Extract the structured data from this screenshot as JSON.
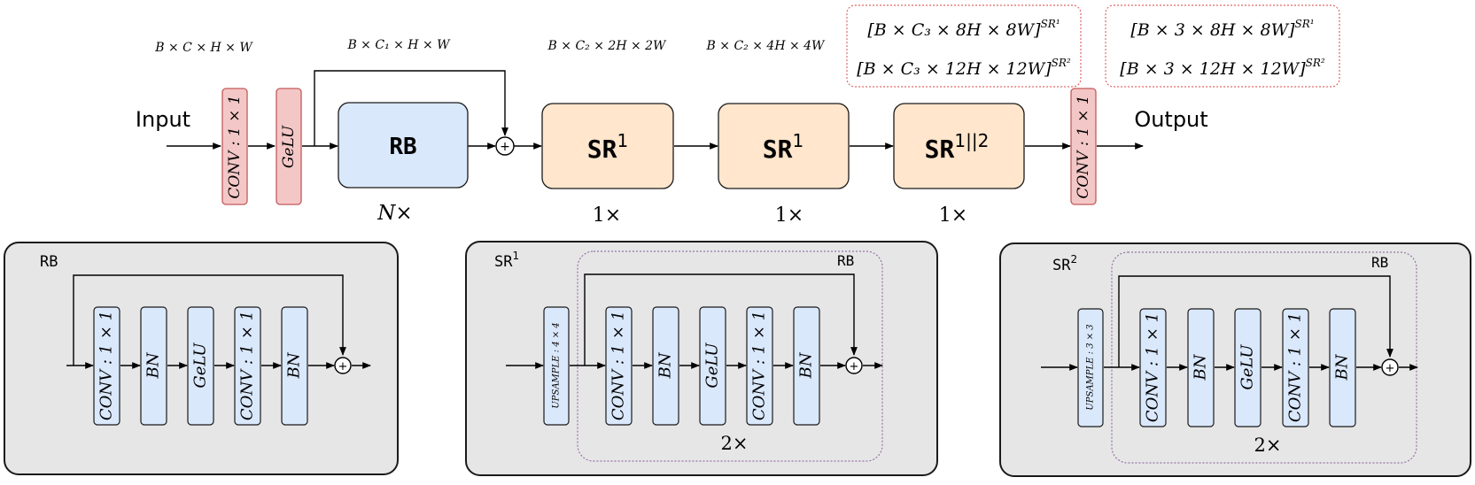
{
  "colors": {
    "conv_fill": "#f4c7c7",
    "conv_stroke": "#c25a5a",
    "rb_fill": "#dae8fc",
    "rb_stroke": "#1a1a1a",
    "sr_fill": "#ffe6cc",
    "sr_stroke": "#1a1a1a",
    "panel_fill": "#e6e6e6",
    "panel_stroke": "#1a1a1a",
    "note_stroke": "#e06666",
    "group_stroke": "#9673a6"
  },
  "top": {
    "input_label": "Input",
    "output_label": "Output",
    "conv_in_label": "CONV : 1 × 1",
    "gelu_label": "GeLU",
    "conv_out_label": "CONV : 1 × 1",
    "rb_label": "RB",
    "sr_blocks": [
      {
        "base": "SR",
        "sup": "1"
      },
      {
        "base": "SR",
        "sup": "1"
      },
      {
        "base": "SR",
        "sup": "1||2"
      }
    ],
    "repeats": [
      "N×",
      "1×",
      "1×",
      "1×"
    ],
    "dims": [
      "B × C × H × W",
      "B × C₁ × H × W",
      "B × C₂ × 2H × 2W",
      "B × C₂ × 4H × 4W"
    ],
    "shape_notes": [
      {
        "line1": "[B × C₃ × 8H × 8W]",
        "sup1": "SR¹",
        "line2": "[B × C₃ × 12H × 12W]",
        "sup2": "SR²"
      },
      {
        "line1": "[B × 3 × 8H × 8W]",
        "sup1": "SR¹",
        "line2": "[B × 3 × 12H × 12W]",
        "sup2": "SR²"
      }
    ],
    "sum_symbol": "+"
  },
  "panels": {
    "rb": {
      "title": "RB",
      "layers": [
        "CONV : 1 × 1",
        "BN",
        "GeLU",
        "CONV : 1 × 1",
        "BN"
      ]
    },
    "sr1": {
      "title_base": "SR",
      "title_sup": "1",
      "upsample": "UPSAMPLE : 4 × 4",
      "group_label": "RB",
      "repeat": "2×",
      "layers": [
        "CONV : 1 × 1",
        "BN",
        "GeLU",
        "CONV : 1 × 1",
        "BN"
      ]
    },
    "sr2": {
      "title_base": "SR",
      "title_sup": "2",
      "upsample": "UPSAMPLE : 3 × 3",
      "group_label": "RB",
      "repeat": "2×",
      "layers": [
        "CONV : 1 × 1",
        "BN",
        "GeLU",
        "CONV : 1 × 1",
        "BN"
      ]
    }
  }
}
